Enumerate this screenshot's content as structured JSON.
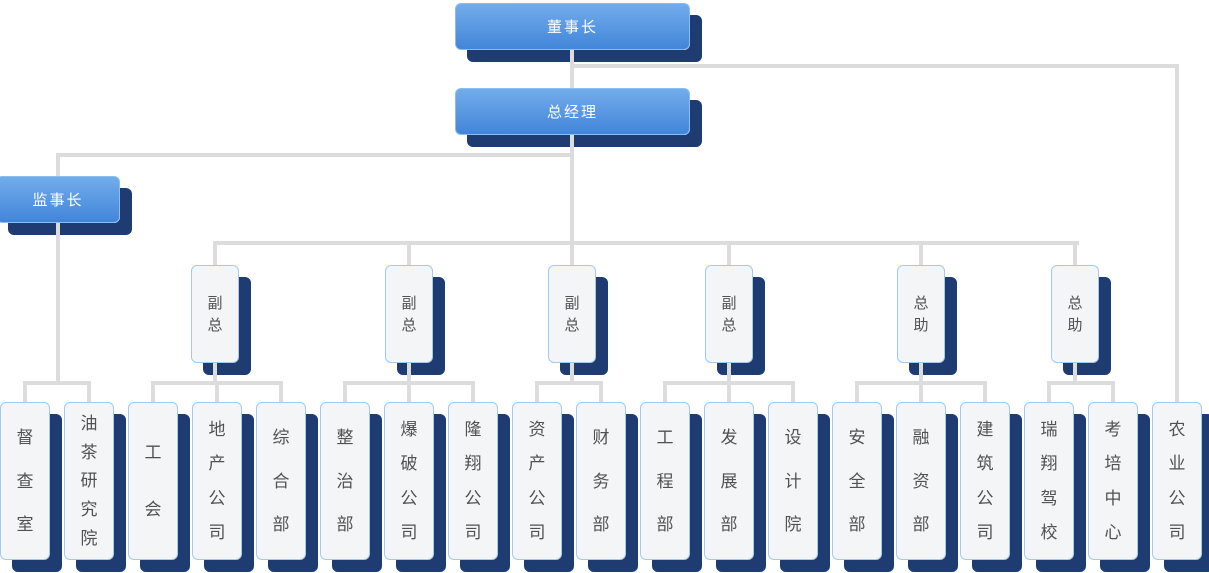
{
  "nodes": {
    "chairman": "董事长",
    "general_manager": "总经理",
    "supervisor": "监事长",
    "executives": [
      "副总",
      "副总",
      "副总",
      "副总",
      "总助",
      "总助"
    ],
    "departments": [
      "督查室",
      "油茶研究院",
      "工会",
      "地产公司",
      "综合部",
      "整治部",
      "爆破公司",
      "隆翔公司",
      "资产公司",
      "财务部",
      "工程部",
      "发展部",
      "设计院",
      "安全部",
      "融资部",
      "建筑公司",
      "瑞翔驾校",
      "考培中心",
      "农业公司"
    ]
  },
  "hierarchy": [
    {
      "parent": "董事长",
      "children": [
        "总经理",
        "农业公司"
      ]
    },
    {
      "parent": "总经理",
      "children": [
        "监事长",
        "副总",
        "副总",
        "副总",
        "副总",
        "总助",
        "总助"
      ]
    },
    {
      "parent": "监事长",
      "children": [
        "督查室",
        "油茶研究院"
      ]
    },
    {
      "parent": "副总1",
      "children": [
        "工会",
        "地产公司",
        "综合部"
      ]
    },
    {
      "parent": "副总2",
      "children": [
        "整治部",
        "爆破公司",
        "隆翔公司"
      ]
    },
    {
      "parent": "副总3",
      "children": [
        "资产公司",
        "财务部"
      ]
    },
    {
      "parent": "副总4",
      "children": [
        "工程部",
        "发展部",
        "设计院"
      ]
    },
    {
      "parent": "总助1",
      "children": [
        "安全部",
        "融资部",
        "建筑公司"
      ]
    },
    {
      "parent": "总助2",
      "children": [
        "瑞翔驾校",
        "考培中心"
      ]
    }
  ],
  "colors": {
    "blue_box_top": "#72aceb",
    "blue_box_bottom": "#4285d9",
    "blue_box_border": "#8abdf0",
    "shadow_navy": "#1e3c72",
    "light_box_fill": "#f4f5f7",
    "light_box_border": "#a3c9ef",
    "connector_gray": "#dcdcdc",
    "text_dark": "#515154",
    "text_light": "#ffffff"
  }
}
